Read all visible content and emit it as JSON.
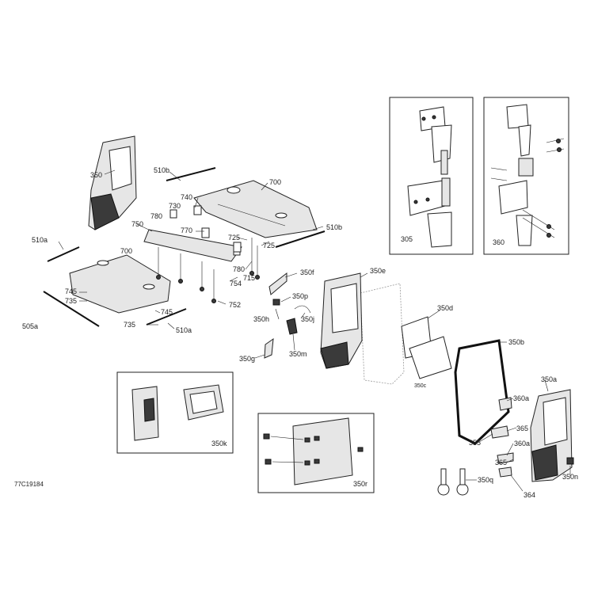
{
  "diagram": {
    "drawing_code": "77C19184",
    "callouts": [
      {
        "id": "c350",
        "text": "350"
      },
      {
        "id": "c510b-top",
        "text": "510b"
      },
      {
        "id": "c740",
        "text": "740"
      },
      {
        "id": "c730",
        "text": "730"
      },
      {
        "id": "c700-top",
        "text": "700"
      },
      {
        "id": "c780-top",
        "text": "780"
      },
      {
        "id": "c750",
        "text": "750"
      },
      {
        "id": "c770",
        "text": "770"
      },
      {
        "id": "c725-a",
        "text": "725"
      },
      {
        "id": "c725-b",
        "text": "725"
      },
      {
        "id": "c510b-right",
        "text": "510b"
      },
      {
        "id": "c510a-left",
        "text": "510a"
      },
      {
        "id": "c700-bottom",
        "text": "700"
      },
      {
        "id": "c780-bottom",
        "text": "780"
      },
      {
        "id": "c715",
        "text": "715"
      },
      {
        "id": "c754",
        "text": "754"
      },
      {
        "id": "c745-a",
        "text": "745"
      },
      {
        "id": "c735-a",
        "text": "735"
      },
      {
        "id": "c752",
        "text": "752"
      },
      {
        "id": "c745-b",
        "text": "745"
      },
      {
        "id": "c505a",
        "text": "505a"
      },
      {
        "id": "c735-b",
        "text": "735"
      },
      {
        "id": "c510a-bottom",
        "text": "510a"
      },
      {
        "id": "c350f",
        "text": "350f"
      },
      {
        "id": "c350e",
        "text": "350e"
      },
      {
        "id": "c350p",
        "text": "350p"
      },
      {
        "id": "c350h",
        "text": "350h"
      },
      {
        "id": "c350j",
        "text": "350j"
      },
      {
        "id": "c350m",
        "text": "350m"
      },
      {
        "id": "c350g",
        "text": "350g"
      },
      {
        "id": "c350d",
        "text": "350d"
      },
      {
        "id": "c350b",
        "text": "350b"
      },
      {
        "id": "c350c",
        "text": "350c"
      },
      {
        "id": "c305",
        "text": "305"
      },
      {
        "id": "c360",
        "text": "360"
      },
      {
        "id": "c350k",
        "text": "350k"
      },
      {
        "id": "c350r",
        "text": "350r"
      },
      {
        "id": "c350a",
        "text": "350a"
      },
      {
        "id": "c360a-top",
        "text": "360a"
      },
      {
        "id": "c365-top",
        "text": "365"
      },
      {
        "id": "c355",
        "text": "355"
      },
      {
        "id": "c360a-mid",
        "text": "360a"
      },
      {
        "id": "c365-bottom",
        "text": "365"
      },
      {
        "id": "c350q",
        "text": "350q"
      },
      {
        "id": "c350n",
        "text": "350n"
      },
      {
        "id": "c364",
        "text": "364"
      }
    ]
  }
}
